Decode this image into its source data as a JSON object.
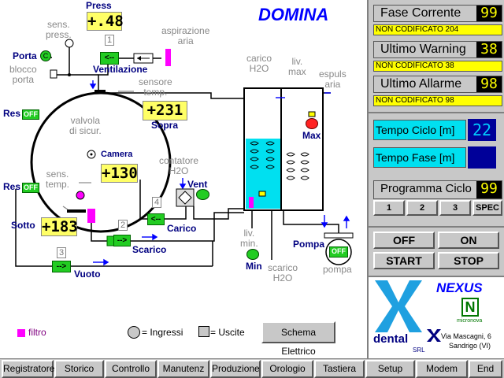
{
  "app_title": "DOMINA",
  "colors": {
    "accent": "#0000ff",
    "lcd": "#ffff66",
    "valve": "#22cc22",
    "water": "#00e0f0",
    "filter": "#ff00ff"
  },
  "diagram": {
    "press_label": "Press",
    "press_value": "+.48",
    "sens_press": "sens.\npress.",
    "aspirazione": "aspirazione\naria",
    "porta_label": "Porta",
    "porta_toggle": "C",
    "blocco_porta": "blocco\nporta",
    "ventilazione_label": "Ventilazione",
    "valve1_num": "1",
    "valve1_text": "<--",
    "sensore_temp": "sensore\ntemp.",
    "sopra_value": "+231",
    "sopra_label": "Sopra",
    "res_top_label": "Res",
    "res_top_toggle": "OFF",
    "res_bottom_label": "Res",
    "res_bottom_toggle": "OFF",
    "valvola_sicur": "valvola\ndi sicur.",
    "camera_label": "Camera",
    "camera_value": "+130",
    "sens_temp": "sens.\ntemp.",
    "sotto_label": "Sotto",
    "sotto_value": "+183",
    "contatore_h2o": "contatore\nH2O",
    "vent_label": "Vent",
    "valve4_num": "4",
    "valve4_text": "<--",
    "carico_label": "Carico",
    "valve2_num": "2",
    "valve2_text": "-->",
    "scarico_label": "Scarico",
    "valve3_num": "3",
    "valve3_text": "-->",
    "vuoto_label": "Vuoto",
    "carico_h2o": "carico\nH2O",
    "liv_max": "liv.\nmax",
    "espuls_aria": "espuls\naria",
    "max_label": "Max",
    "liv_min": "liv.\nmin.",
    "min_label": "Min",
    "scarico_h2o": "scarico\nH2O",
    "pompa_label": "Pompa",
    "pompa_toggle": "OFF",
    "pompa_caption": "pompa",
    "filtro_label": "filtro",
    "ingressi_label": "= Ingressi",
    "uscite_label": "= Uscite",
    "schema_button": "Schema Elettrico"
  },
  "status": {
    "fase_corrente_label": "Fase Corrente",
    "fase_corrente_value": "99",
    "fase_corrente_sub": "NON CODIFICATO 204",
    "ultimo_warning_label": "Ultimo Warning",
    "ultimo_warning_value": "38",
    "ultimo_warning_sub": "NON CODIFICATO 38",
    "ultimo_allarme_label": "Ultimo Allarme",
    "ultimo_allarme_value": "98",
    "ultimo_allarme_sub": "NON CODIFICATO 98",
    "tempo_ciclo_label": "Tempo Ciclo [m]",
    "tempo_ciclo_value": "22",
    "tempo_fase_label": "Tempo Fase [m]",
    "tempo_fase_value": "",
    "programma_ciclo_label": "Programma Ciclo",
    "programma_ciclo_value": "99",
    "prog_buttons": [
      "1",
      "2",
      "3",
      "SPEC"
    ],
    "off_button": "OFF",
    "on_button": "ON",
    "start_button": "START",
    "stop_button": "STOP"
  },
  "brand": {
    "nexus": "NEXUS",
    "microvena": "micronova",
    "dental": "dental",
    "srl": "SRL",
    "address_line1": "Via Mascagni, 6",
    "address_line2": "Sandrigo (VI)"
  },
  "nav": [
    "Registratore",
    "Storico",
    "Controllo",
    "Manutenz",
    "Produzione",
    "Orologio",
    "Tastiera",
    "Setup",
    "Modem",
    "End"
  ]
}
